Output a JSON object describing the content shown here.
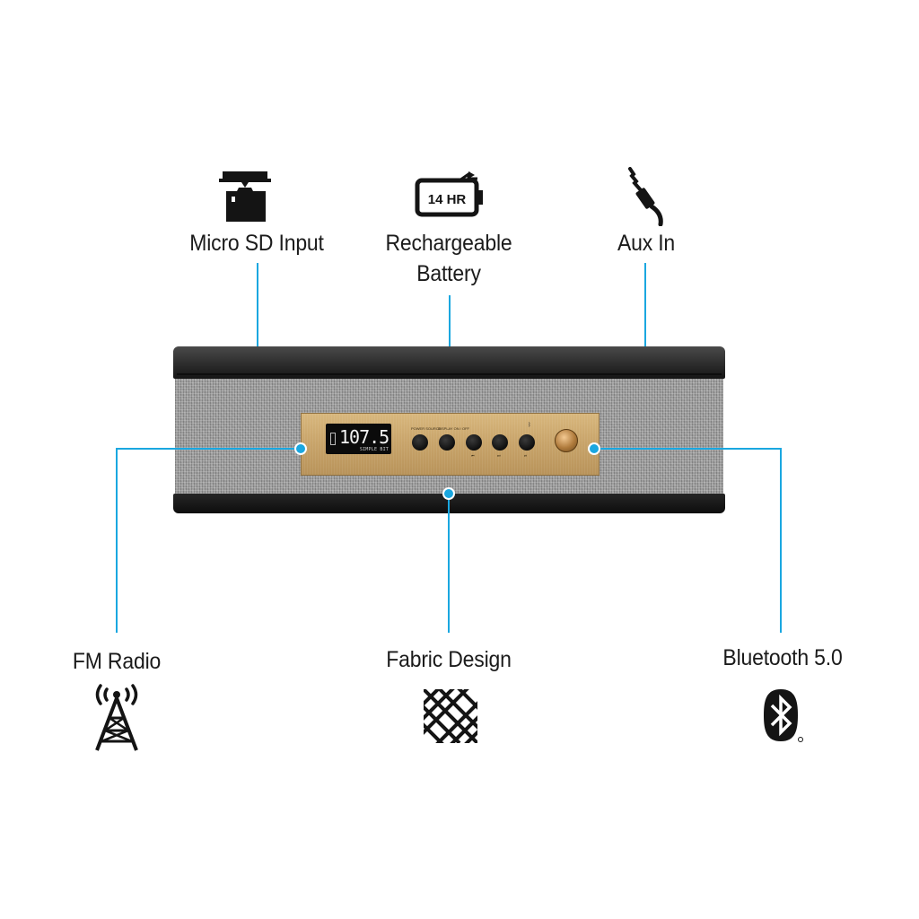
{
  "features": {
    "micro_sd": {
      "label": "Micro SD Input",
      "icon": "micro-sd-icon"
    },
    "battery": {
      "label_line1": "Rechargeable",
      "label_line2": "Battery",
      "icon_text": "14 HR",
      "icon": "battery-icon"
    },
    "aux": {
      "label": "Aux In",
      "icon": "aux-jack-icon"
    },
    "fm": {
      "label": "FM Radio",
      "icon": "radio-tower-icon"
    },
    "fabric": {
      "label": "Fabric Design",
      "icon": "woven-fabric-icon"
    },
    "bluetooth": {
      "label": "Bluetooth 5.0",
      "icon": "bluetooth-icon"
    }
  },
  "speaker": {
    "display_value": "107.5",
    "display_sub": "SIMPLE BIT",
    "button_labels": [
      "POWER SOURCE",
      "DISPLAY ON / OFF",
      "⏮",
      "⏭",
      "⏯"
    ]
  },
  "colors": {
    "accent": "#1aa7e0",
    "text": "#1b1b1b",
    "panel": "#c9a56b",
    "fabric": "#9c9c9c"
  }
}
